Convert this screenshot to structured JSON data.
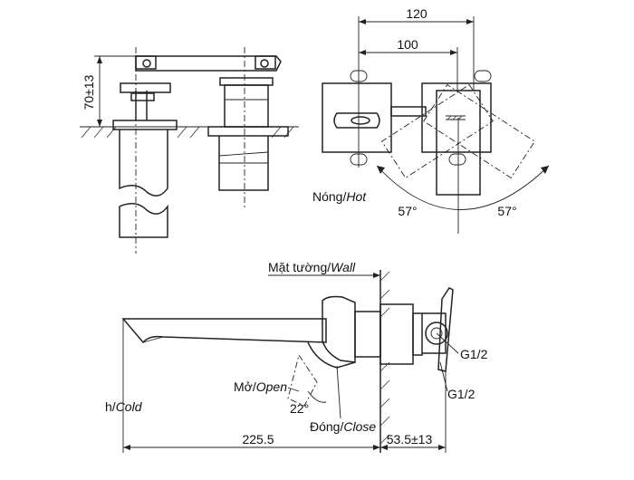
{
  "dimensions": {
    "top_width_outer": "120",
    "top_width_inner": "100",
    "height": "70±13",
    "spout_length": "225.5",
    "wall_depth": "53.5±13",
    "angle_left": "57°",
    "angle_right": "57°",
    "angle_open": "22°"
  },
  "labels": {
    "hot_vi": "Nóng/",
    "hot_en": "Hot",
    "cold_prefix": "h/",
    "cold_en": "Cold",
    "wall_vi": "Mặt tường/",
    "wall_en": "Wall",
    "open_vi": "Mở/",
    "open_en": "Open",
    "close_vi": "Đóng/",
    "close_en": "Close",
    "thread_1": "G1/2",
    "thread_2": "G1/2"
  }
}
